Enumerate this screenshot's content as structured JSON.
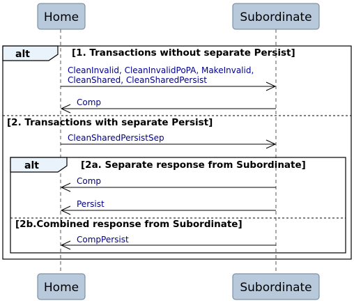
{
  "participants": {
    "home": "Home",
    "subordinate": "Subordinate"
  },
  "outer_alt": {
    "operator": "alt",
    "guard1": "[1. Transactions without separate Persist]",
    "guard2": "[2. Transactions with separate Persist]"
  },
  "inner_alt": {
    "operator": "alt",
    "guard1": "[2a. Separate response from Subordinate]",
    "guard2": "[2b.Combined response from Subordinate]"
  },
  "messages": {
    "m1_line1": "CleanInvalid, CleanInvalidPoPA, MakeInvalid,",
    "m1_line2": "CleanShared, CleanSharedPersist",
    "m2": "Comp",
    "m3": "CleanSharedPersistSep",
    "m4": "Comp",
    "m5": "Persist",
    "m6": "CompPersist"
  },
  "colors": {
    "participant_fill": "#b8c9dc",
    "participant_stroke": "#6a7f96",
    "message_text": "#00008b",
    "alt_tab_fill": "#e8f3fb"
  }
}
